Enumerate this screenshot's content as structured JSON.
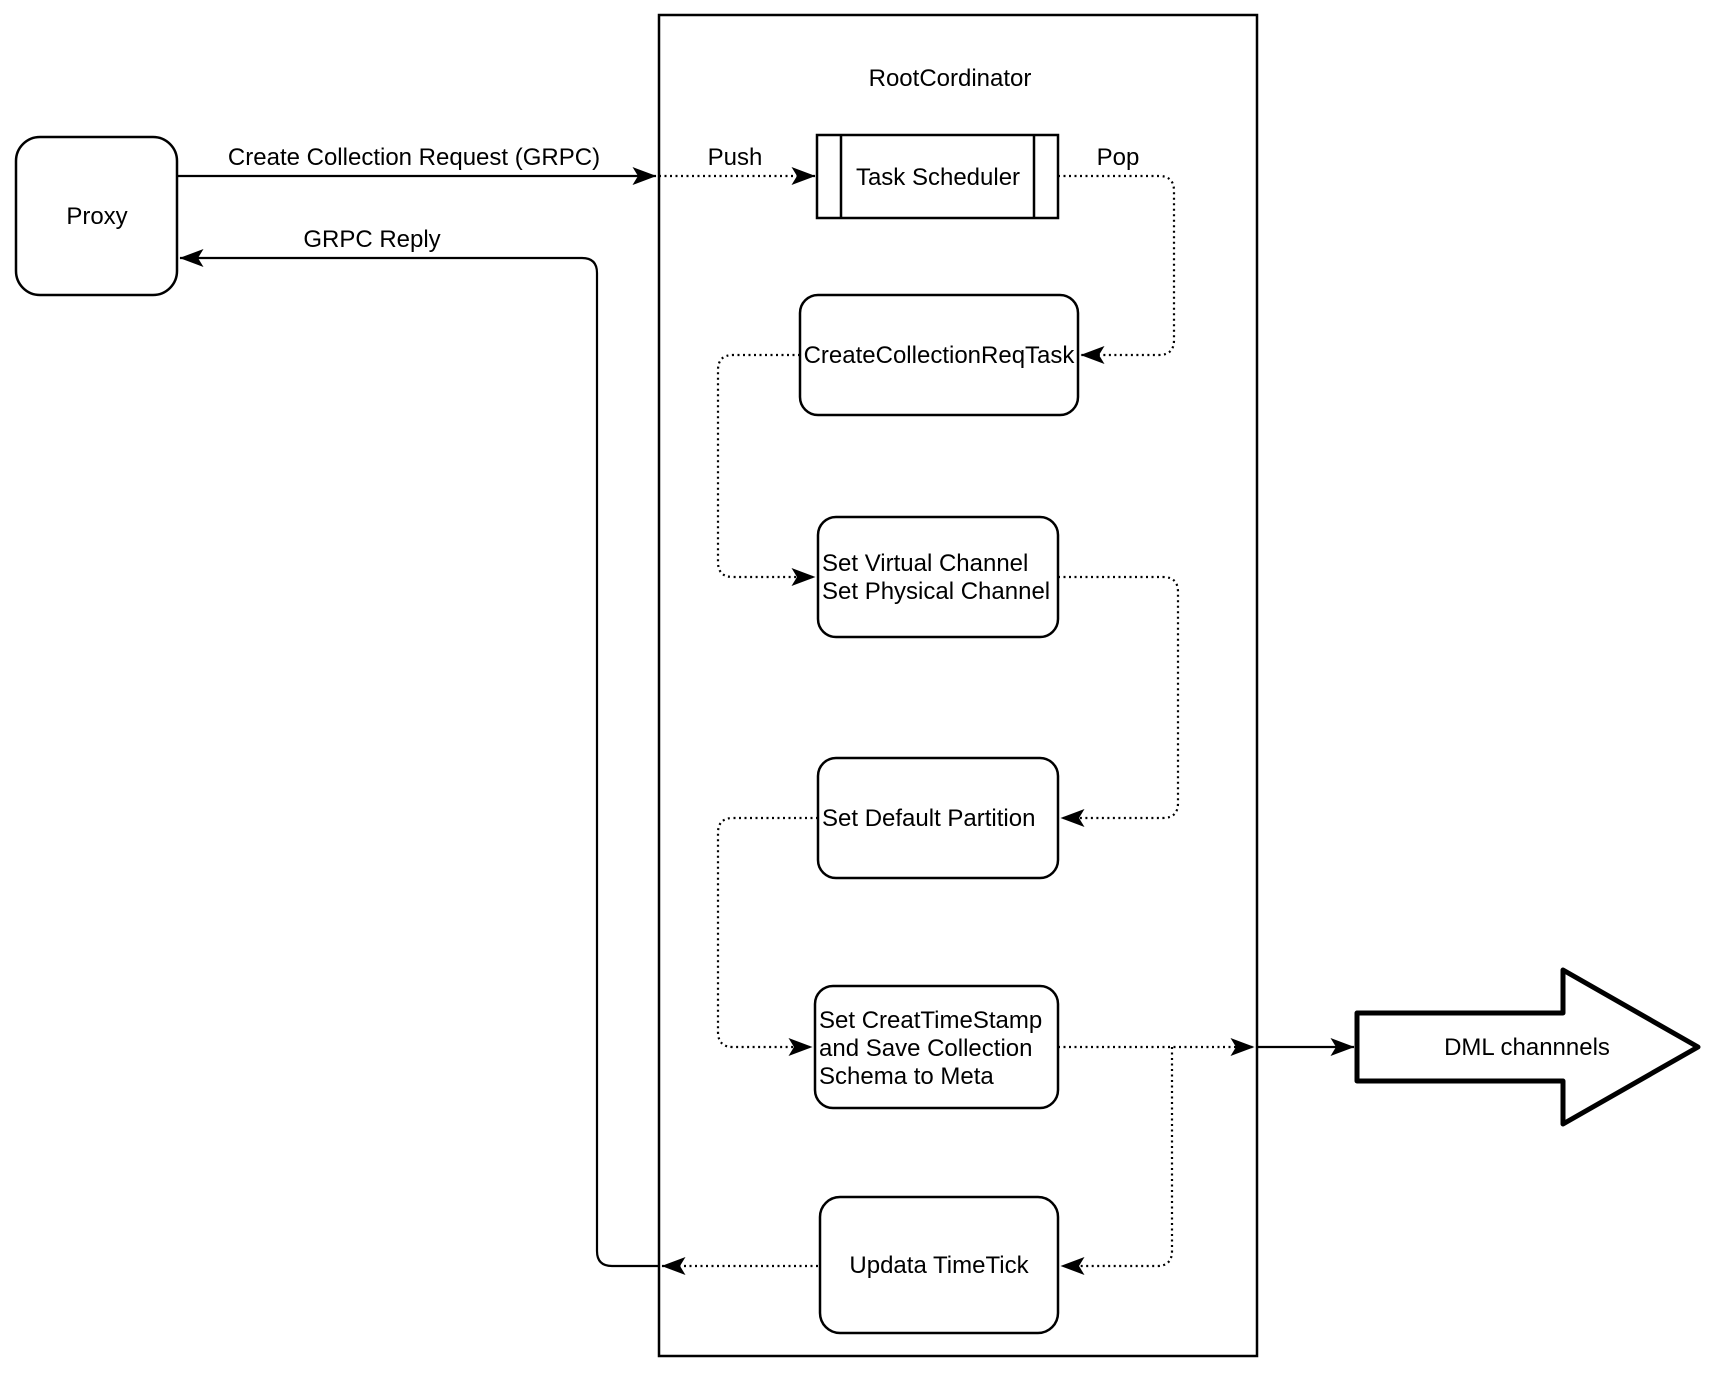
{
  "diagram": {
    "container_title": "RootCordinator",
    "nodes": {
      "proxy": {
        "label": "Proxy"
      },
      "task_scheduler": {
        "label": "Task Scheduler"
      },
      "create_collection_req_task": {
        "label": "CreateCollectionReqTask"
      },
      "set_channels": {
        "lines": [
          "Set Virtual Channel",
          "Set Physical Channel"
        ]
      },
      "set_default_partition": {
        "label": "Set Default Partition"
      },
      "set_creat_timestamp": {
        "lines": [
          "Set CreatTimeStamp",
          "and Save Collection",
          "Schema to Meta"
        ]
      },
      "updata_timetick": {
        "label": "Updata TimeTick"
      },
      "dml_channels": {
        "label": "DML channnels"
      }
    },
    "edge_labels": {
      "create_collection_request": "Create Collection Request (GRPC)",
      "grpc_reply": "GRPC Reply",
      "push": "Push",
      "pop": "Pop"
    },
    "colors": {
      "stroke": "#000000",
      "background": "#ffffff",
      "text": "#000000"
    }
  }
}
